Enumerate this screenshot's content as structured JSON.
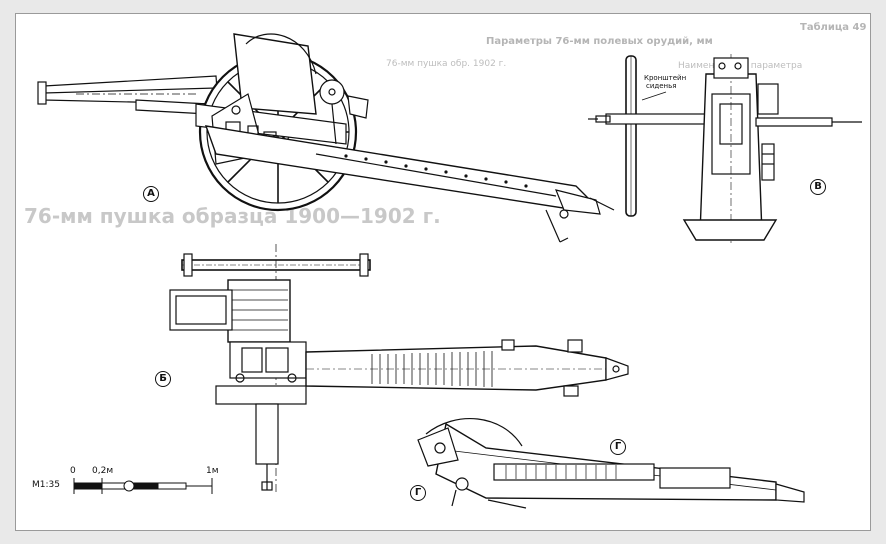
{
  "views": {
    "a": {
      "label": "А"
    },
    "b": {
      "label": "Б"
    },
    "v": {
      "label": "В"
    },
    "g": {
      "label": "Г"
    },
    "g_detail": {
      "label": "Г"
    }
  },
  "annotations": {
    "bracket_line1": "Кронштейн",
    "bracket_line2": "сиденья"
  },
  "scale": {
    "scale_label": "М1:35",
    "tick_0": "0",
    "tick_02": "0,2м",
    "tick_1": "1м"
  },
  "background_text": {
    "table_no": "Таблица 49",
    "table_title": "Параметры 76-мм полевых орудий, мм",
    "big_heading": "76-мм пушка образца 1900—1902 г.",
    "col_head_1": "Наименование параметра",
    "col_head_2": "76-мм пушка обр. 1902 г."
  },
  "colors": {
    "ink": "#111111",
    "paper": "#ffffff",
    "ghost": "#bdbdbd"
  }
}
